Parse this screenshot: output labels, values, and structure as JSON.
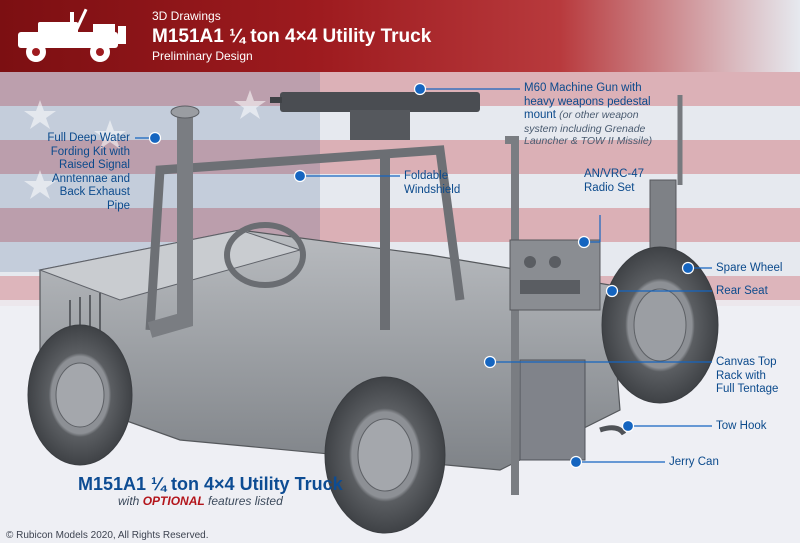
{
  "header": {
    "kicker": "3D Drawings",
    "title": "M151A1 ¼ ton 4×4 Utility Truck",
    "subtitle": "Preliminary Design"
  },
  "callouts": {
    "gun_1": "M60 Machine Gun with",
    "gun_2": "heavy weapons pedestal",
    "gun_3": "mount",
    "gun_note_1": "(or other weapon",
    "gun_note_2": "system including Grenade",
    "gun_note_3": "Launcher & TOW II Missile)",
    "fording_1": "Full Deep Water",
    "fording_2": "Fording Kit with",
    "fording_3": "Raised Signal",
    "fording_4": "Anntennae and",
    "fording_5": "Back Exhaust",
    "fording_6": "Pipe",
    "windshield_1": "Foldable",
    "windshield_2": "Windshield",
    "radio_1": "AN/VRC-47",
    "radio_2": "Radio Set",
    "spare_wheel": "Spare Wheel",
    "rear_seat": "Rear Seat",
    "canvas_1": "Canvas Top",
    "canvas_2": "Rack with",
    "canvas_3": "Full Tentage",
    "tow_hook": "Tow Hook",
    "jerry_can": "Jerry Can"
  },
  "footer": {
    "title": "M151A1 ¼ ton 4×4 Utility Truck",
    "sub_pre": "with",
    "sub_opt": "OPTIONAL",
    "sub_post": "features listed",
    "copyright": "© Rubicon Models 2020, All Rights Reserved."
  },
  "colors": {
    "banner_red": "#9e1b1f",
    "callout_blue": "#0b4a8c",
    "dot_blue": "#1565c0",
    "optional_red": "#b3151b"
  }
}
